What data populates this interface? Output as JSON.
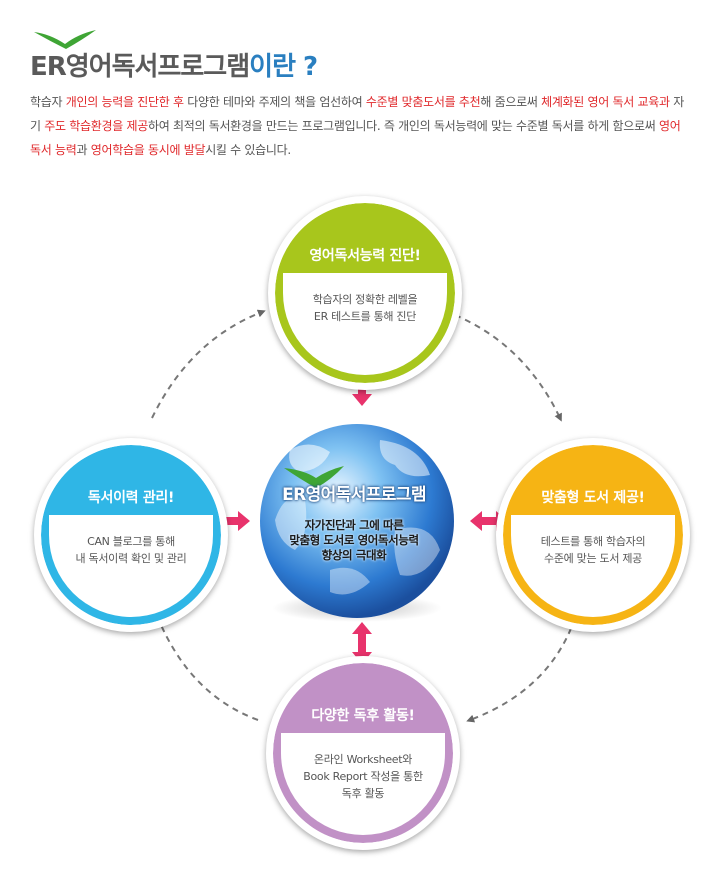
{
  "heading": {
    "er": "ER",
    "program": "영어독서프로그램",
    "suffix": "이란 ?"
  },
  "intro": {
    "segments": [
      {
        "t": "학습자 ",
        "hl": false
      },
      {
        "t": "개인의 능력을 진단한 후",
        "hl": true
      },
      {
        "t": " 다양한 테마와 주제의 책을 엄선하여 ",
        "hl": false
      },
      {
        "t": "수준별 맞춤도서를 추천",
        "hl": true
      },
      {
        "t": "해 줌으로써 ",
        "hl": false
      },
      {
        "t": "체계화된 영어 독서 교육과",
        "hl": true
      },
      {
        "t": " 자기 ",
        "hl": false
      },
      {
        "t": "주도 학습환경을 제공",
        "hl": true
      },
      {
        "t": "하여 최적의 독서환경을 만드는 프로그램입니다. 즉 개인의 독서능력에 맞는 수준별 독서를 하게 함으로써 ",
        "hl": false
      },
      {
        "t": "영어 독서 능력",
        "hl": true
      },
      {
        "t": "과 ",
        "hl": false
      },
      {
        "t": "영어학습을 동시에 발달",
        "hl": true
      },
      {
        "t": "시킬 수 있습니다.",
        "hl": false
      }
    ]
  },
  "colors": {
    "green": "#a8c61c",
    "blue": "#2fb6e6",
    "orange": "#f6b414",
    "purple": "#c191c6",
    "arrow_pink": "#e8336c",
    "highlight": "#e0282b",
    "title_blue": "#2a7fc0"
  },
  "nodes": {
    "top": {
      "title": "영어독서능력 진단!",
      "line1": "학습자의 정확한 레벨을",
      "line2": "ER 테스트를 통해 진단",
      "line3": ""
    },
    "right": {
      "title": "맞춤형 도서 제공!",
      "line1": "테스트를 통해 학습자의",
      "line2": "수준에 맞는 도서 제공",
      "line3": ""
    },
    "bottom": {
      "title": "다양한 독후 활동!",
      "line1": "온라인 Worksheet와",
      "line2": "Book Report 작성을 통한",
      "line3": "독후 활동"
    },
    "left": {
      "title": "독서이력 관리!",
      "line1": "CAN 블로그를 통해",
      "line2": "내 독서이력 확인 및 관리",
      "line3": ""
    }
  },
  "center": {
    "logo": "ER영어독서프로그램",
    "line1": "자가진단과 그에 따른",
    "line2": "맞춤형 도서로 영어독서능력",
    "line3": "향상의 극대화"
  },
  "icons": [
    "check-logo-icon",
    "double-arrow-icon",
    "dashed-cycle-arrow-icon",
    "globe-icon"
  ]
}
